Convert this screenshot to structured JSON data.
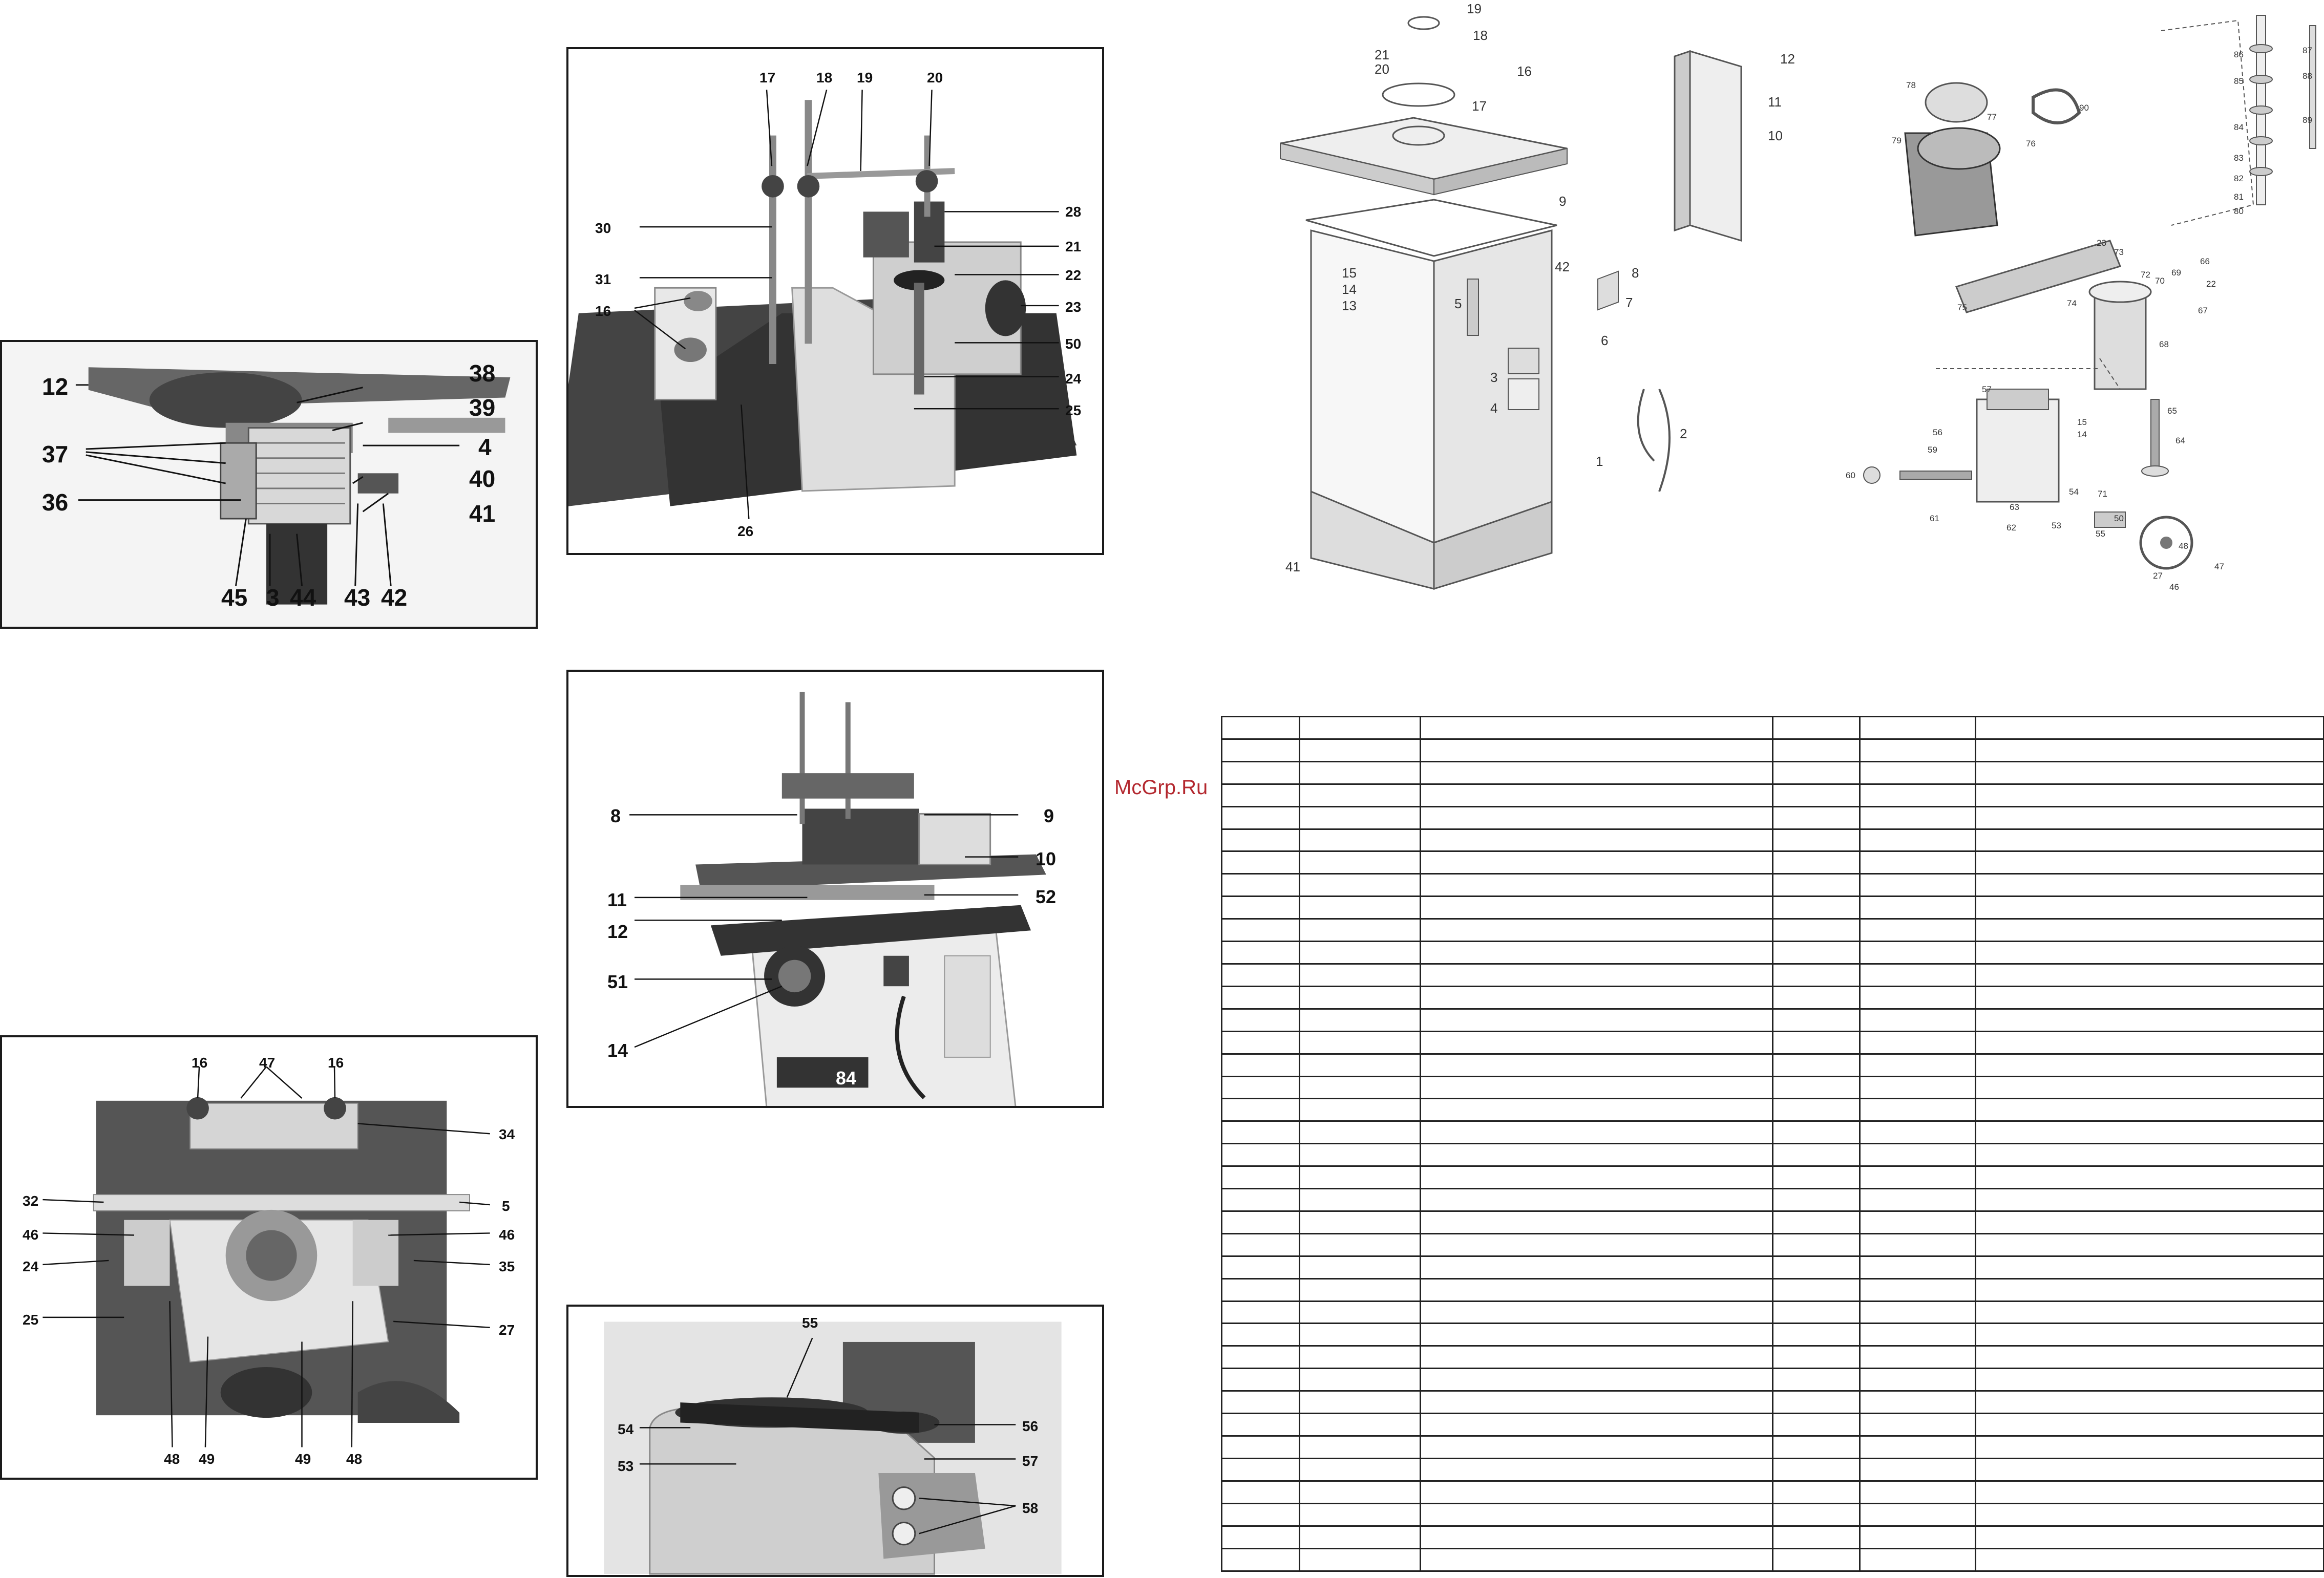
{
  "watermark": "McGrp.Ru",
  "figures": {
    "guard_closeup": {
      "callouts": [
        "12",
        "38",
        "39",
        "37",
        "4",
        "40",
        "36",
        "41",
        "45",
        "3",
        "44",
        "43",
        "42"
      ]
    },
    "fence_assembly": {
      "callouts": [
        "17",
        "18",
        "19",
        "20",
        "28",
        "30",
        "21",
        "22",
        "31",
        "23",
        "16",
        "50",
        "24",
        "25",
        "26"
      ]
    },
    "machine_overview": {
      "callouts": [
        "8",
        "9",
        "10",
        "11",
        "52",
        "12",
        "51",
        "14"
      ],
      "badge": "84"
    },
    "table_underside": {
      "callouts": [
        "16",
        "47",
        "16",
        "34",
        "32",
        "5",
        "46",
        "46",
        "24",
        "35",
        "25",
        "27",
        "48",
        "49",
        "49",
        "48"
      ]
    },
    "belt_drive": {
      "callouts": [
        "55",
        "54",
        "56",
        "53",
        "57",
        "58"
      ]
    }
  },
  "exploded_view": {
    "cabinet_labels": [
      "19",
      "18",
      "21",
      "20",
      "16",
      "17",
      "9",
      "15",
      "14",
      "13",
      "42",
      "8",
      "5",
      "7",
      "3",
      "4",
      "6",
      "1",
      "2",
      "41",
      "12",
      "11",
      "10"
    ],
    "motor_labels": [
      "78",
      "77",
      "90",
      "79",
      "76",
      "23",
      "73",
      "74",
      "75",
      "72",
      "70",
      "69",
      "22",
      "66",
      "67",
      "68",
      "65",
      "64",
      "57",
      "15",
      "14",
      "56",
      "59",
      "60",
      "61",
      "62",
      "63",
      "71",
      "50",
      "53",
      "54",
      "55",
      "48",
      "46",
      "47",
      "27",
      "86",
      "85",
      "84",
      "83",
      "82",
      "81",
      "80",
      "87",
      "88",
      "89"
    ]
  },
  "parts_table": {
    "columns": 6,
    "rows": 38
  }
}
